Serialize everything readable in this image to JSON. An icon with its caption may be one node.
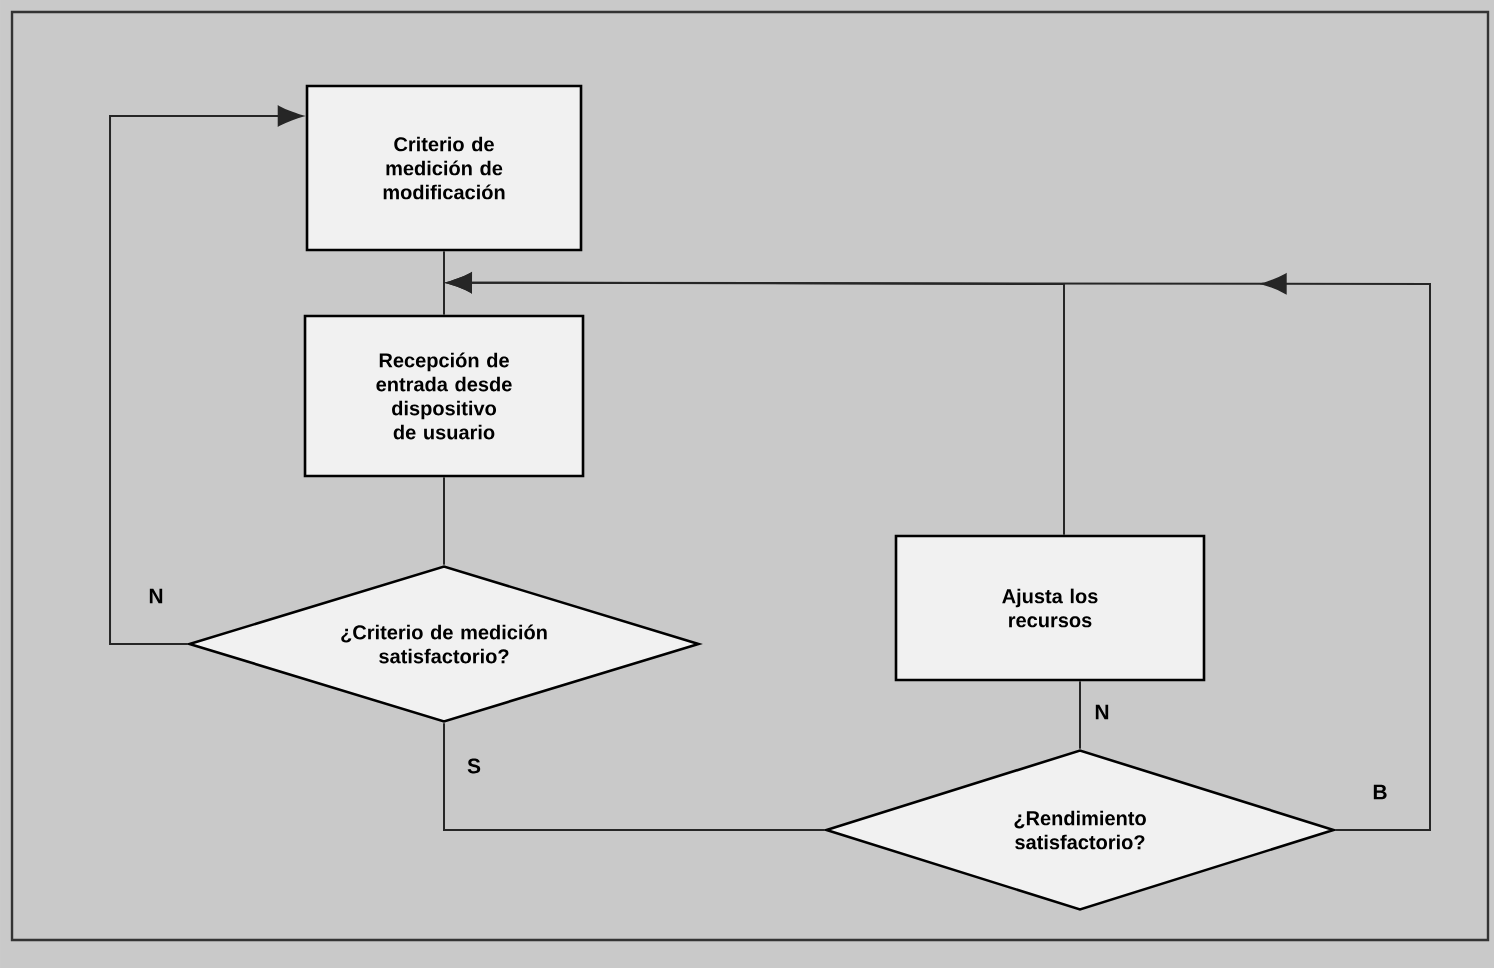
{
  "diagram": {
    "nodes": [
      {
        "text": [
          "Criterio de medición de modificación"
        ]
      },
      {
        "text": [
          "Recepción de entrada desde dispositivo de usuario"
        ]
      },
      {
        "text": [
          "¿Criterio de medición satisfactorio?"
        ]
      },
      {
        "text": [
          "Ajusta los recursos"
        ]
      },
      {
        "text": [
          "¿Rendimiento satisfactorio?"
        ]
      }
    ],
    "edges": [
      {
        "from": 0,
        "to": 1,
        "arrow": "none"
      },
      {
        "from": 1,
        "to": 2,
        "arrow": "none"
      },
      {
        "from": 2,
        "to": 0,
        "arrow": "to",
        "label": "N"
      },
      {
        "from": 2,
        "to": 4,
        "arrow": "none",
        "label": "S"
      },
      {
        "from": 4,
        "to": 3,
        "arrow": "none",
        "label": "N"
      },
      {
        "from": 3,
        "to": 1,
        "arrow": "to"
      },
      {
        "from": 4,
        "to": 1,
        "arrow": "to",
        "label": "B"
      }
    ]
  }
}
